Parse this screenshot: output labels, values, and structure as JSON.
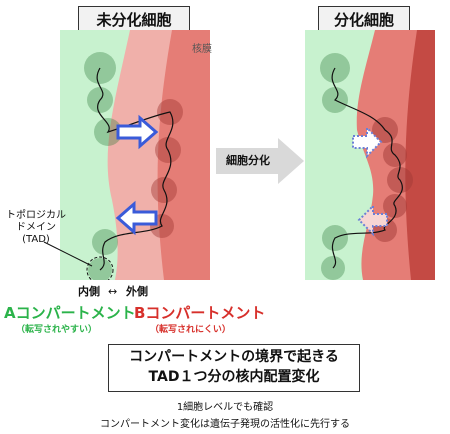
{
  "left_panel": {
    "title": "未分化細胞"
  },
  "right_panel": {
    "title": "分化細胞"
  },
  "labels": {
    "nuclear_membrane": "核膜",
    "tad": "トポロジカル\nドメイン\n(TAD)",
    "inside": "内側",
    "arrow": "↔",
    "outside": "外側",
    "transition": "細胞分化"
  },
  "compartments": {
    "a_title": "Aコンパートメント",
    "a_sub": "（転写されやすい）",
    "b_title": "Bコンパートメント",
    "b_sub": "（転写されにくい）"
  },
  "summary": {
    "line1": "コンパートメントの境界で起きる",
    "line2": "TAD１つ分の核内配置変化"
  },
  "notes": {
    "line1": "1細胞レベルでも確認",
    "line2": "コンパートメント変化は遺伝子発現の活性化に先行する"
  },
  "colors": {
    "green_bg": "#c8f2cf",
    "red_bg": "#e57d76",
    "dark_red": "#c44a44",
    "blue_arrow": "#3a5bd9"
  }
}
